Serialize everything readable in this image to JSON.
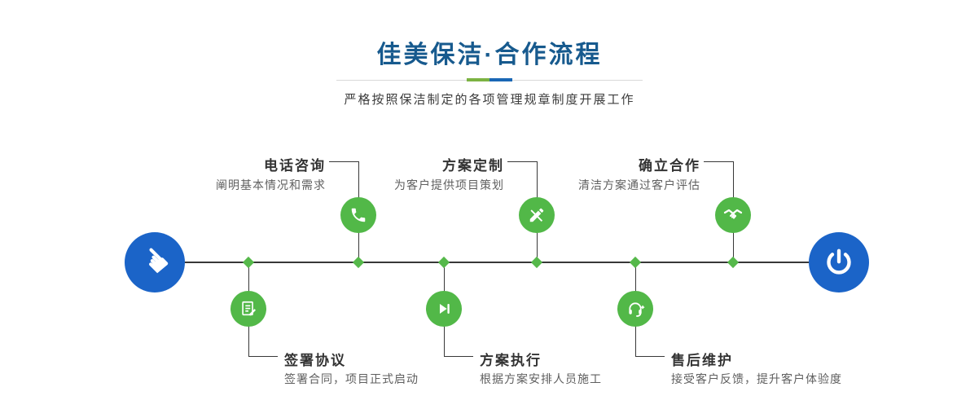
{
  "header": {
    "title": "佳美保洁·合作流程",
    "subtitle": "严格按照保洁制定的各项管理规章制度开展工作"
  },
  "timeline": {
    "start_icon": "pointing-hand-icon",
    "end_icon": "power-icon"
  },
  "steps_top": [
    {
      "label": "电话咨询",
      "desc": "阐明基本情况和需求",
      "icon": "phone-icon"
    },
    {
      "label": "方案定制",
      "desc": "为客户提供项目策划",
      "icon": "design-tools-icon"
    },
    {
      "label": "确立合作",
      "desc": "清洁方案通过客户评估",
      "icon": "handshake-icon"
    }
  ],
  "steps_bottom": [
    {
      "label": "签署协议",
      "desc": "签署合同，项目正式启动",
      "icon": "contract-icon"
    },
    {
      "label": "方案执行",
      "desc": "根据方案安排人员施工",
      "icon": "play-next-icon"
    },
    {
      "label": "售后维护",
      "desc": "接受客户反馈，提升客户体验度",
      "icon": "headset-icon"
    }
  ],
  "colors": {
    "title_blue": "#175A8E",
    "node_green": "#52B848",
    "endpoint_blue": "#1B64C8",
    "line_dark": "#383838",
    "divider_green": "#7CB342",
    "divider_blue": "#1A67B5"
  }
}
